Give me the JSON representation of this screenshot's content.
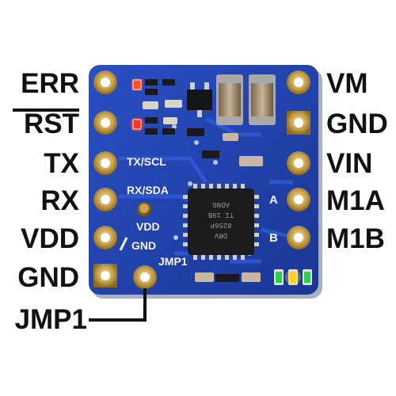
{
  "left_pins": [
    "ERR",
    "RST",
    "TX",
    "RX",
    "VDD",
    "GND",
    "JMP1"
  ],
  "right_pins": [
    "VM",
    "GND",
    "VIN",
    "M1A",
    "M1B"
  ],
  "silkscreen": {
    "tx_scl": "TX/SCL",
    "rx_sda": "RX/SDA",
    "vdd": "VDD",
    "gnd": "GND",
    "jmp1": "JMP1",
    "a": "A",
    "b": "B"
  },
  "chip_marking": {
    "line1": "DRV",
    "line2": "8256P",
    "line3": "TI 19B",
    "line4": "ADNG"
  },
  "colors": {
    "board": "#1f3fa8",
    "board_dark": "#16307f",
    "gold": "#c9a24a",
    "led_red": "#ff3b2a",
    "led_yellow": "#ffd21e",
    "led_green": "#2ad24a",
    "label": "#111111"
  },
  "icons": {
    "rst_overbar": "overbar-line",
    "jmp1_leader": "leader-line"
  }
}
